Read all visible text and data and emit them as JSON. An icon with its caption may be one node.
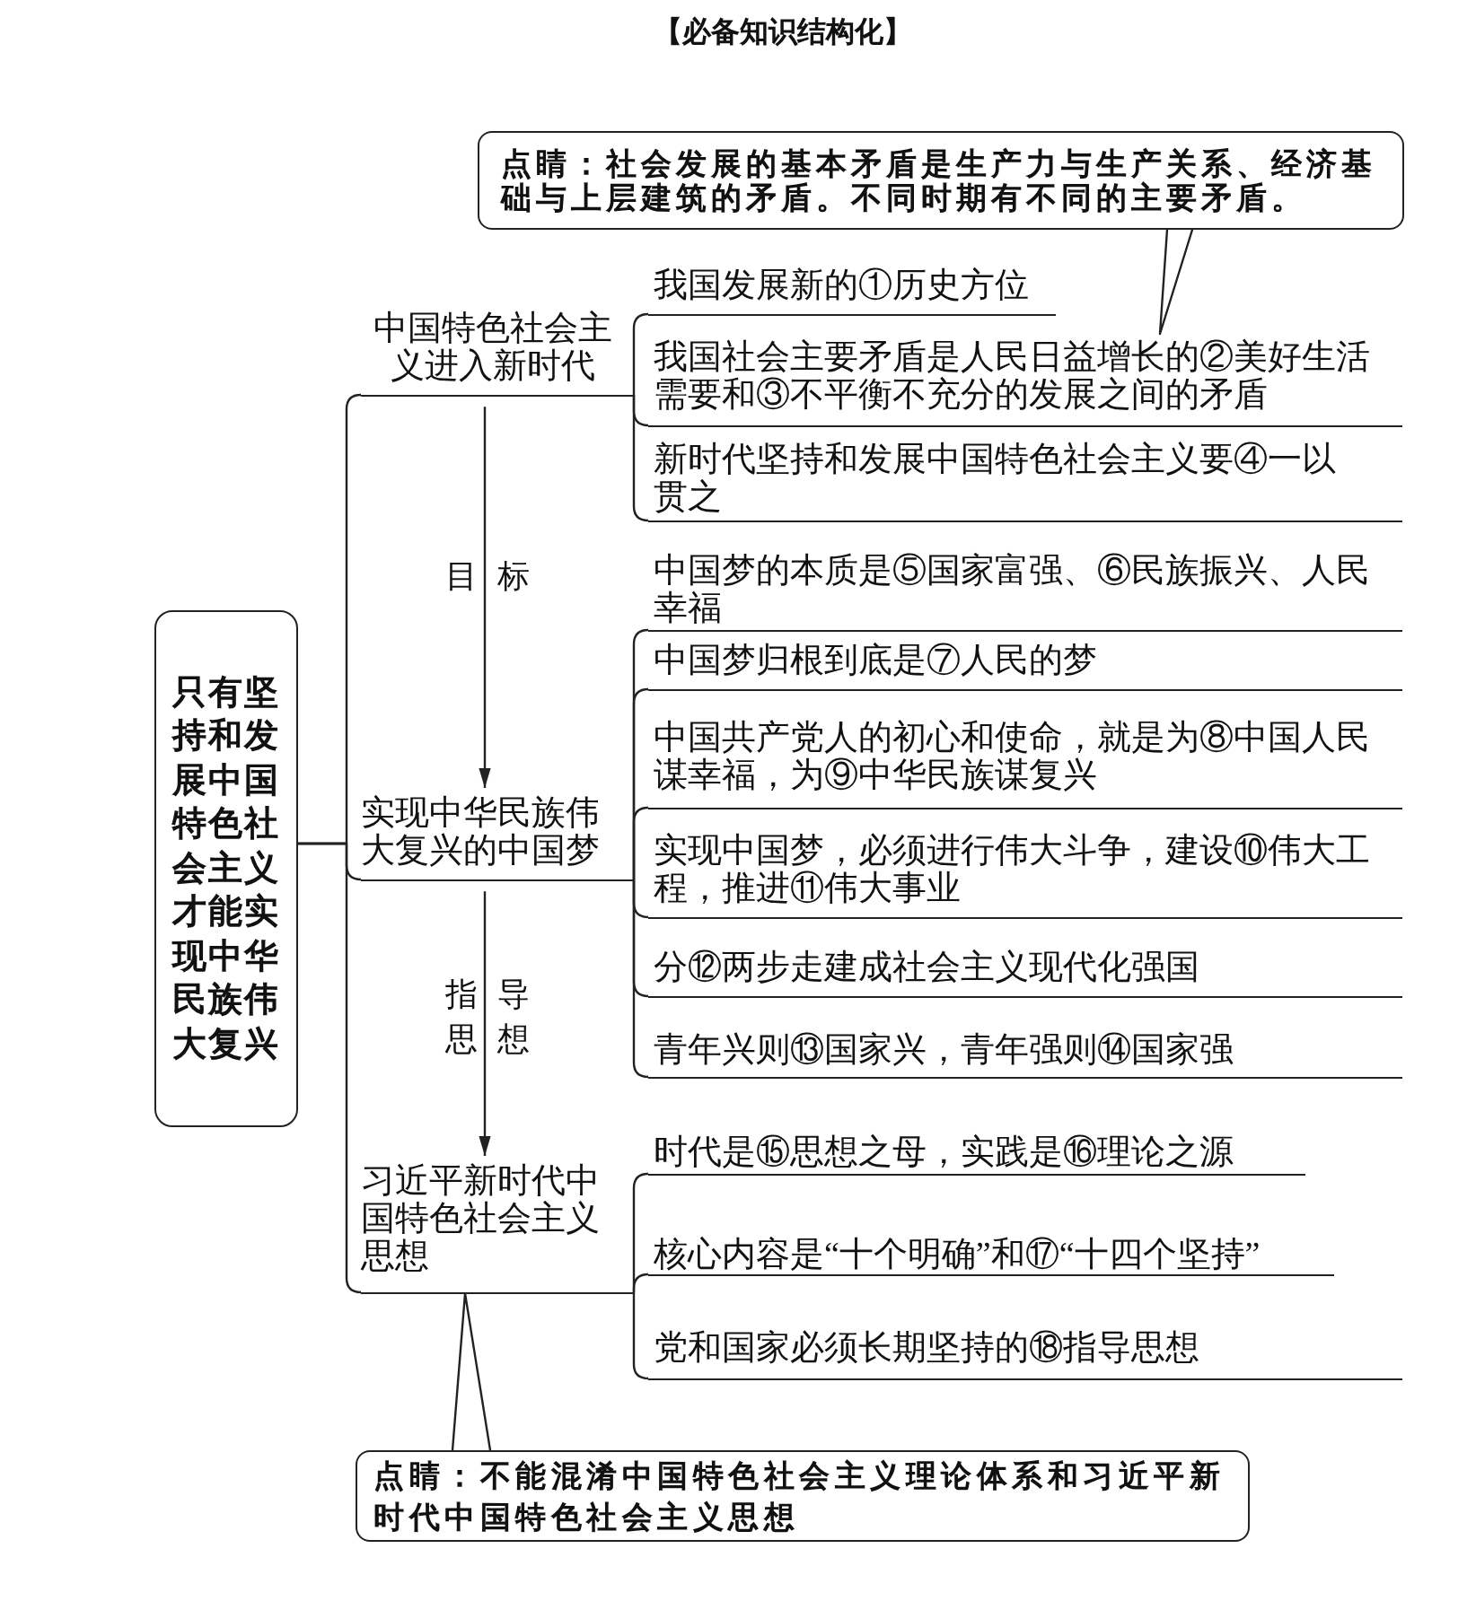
{
  "diagram": {
    "title": "【必备知识结构化】",
    "nodes": [
      {
        "text": [
          "点睛：社会发展的基本矛盾是生产力与生产关系、经济基础与上层建筑的矛盾。不同时期有不同的主要矛盾。"
        ]
      },
      {
        "text": [
          "只有坚持和发展中国特色社会主义才能实现中华民族伟大复兴"
        ]
      },
      {
        "text": [
          "中国特色社会主义进入新时代"
        ]
      },
      {
        "text": [
          "我国发展新的①历史方位"
        ]
      },
      {
        "text": [
          "我国社会主要矛盾是人民日益增长的②美好生活需要和③不平衡不充分的发展之间的矛盾"
        ]
      },
      {
        "text": [
          "新时代坚持和发展中国特色社会主义要④一以贯之"
        ]
      },
      {
        "text": [
          "实现中华民族伟大复兴的中国梦"
        ]
      },
      {
        "text": [
          "中国梦的本质是⑤国家富强、⑥民族振兴、人民幸福"
        ]
      },
      {
        "text": [
          "中国梦归根到底是⑦人民的梦"
        ]
      },
      {
        "text": [
          "中国共产党人的初心和使命，就是为⑧中国人民谋幸福，为⑨中华民族谋复兴"
        ]
      },
      {
        "text": [
          "实现中国梦，必须进行伟大斗争，建设⑩伟大工程，推进⑪伟大事业"
        ]
      },
      {
        "text": [
          "分⑫两步走建成社会主义现代化强国"
        ]
      },
      {
        "text": [
          "青年兴则⑬国家兴，青年强则⑭国家强"
        ]
      },
      {
        "text": [
          "习近平新时代中国特色社会主义思想"
        ]
      },
      {
        "text": [
          "时代是⑮思想之母，实践是⑯理论之源"
        ]
      },
      {
        "text": [
          "核心内容是“十个明确”和⑰“十四个坚持”"
        ]
      },
      {
        "text": [
          "党和国家必须长期坚持的⑱指导思想"
        ]
      },
      {
        "text": [
          "点睛：不能混淆中国特色社会主义理论体系和习近平新时代中国特色社会主义思想"
        ]
      }
    ],
    "edges": [
      {
        "from": 0,
        "to": 4,
        "arrow": "none"
      },
      {
        "from": 1,
        "to": 2,
        "arrow": "none"
      },
      {
        "from": 2,
        "to": 3,
        "arrow": "none"
      },
      {
        "from": 2,
        "to": 4,
        "arrow": "none"
      },
      {
        "from": 2,
        "to": 5,
        "arrow": "none"
      },
      {
        "from": 2,
        "to": 6,
        "arrow": "to",
        "label": "目标"
      },
      {
        "from": 1,
        "to": 6,
        "arrow": "none"
      },
      {
        "from": 6,
        "to": 7,
        "arrow": "none"
      },
      {
        "from": 6,
        "to": 8,
        "arrow": "none"
      },
      {
        "from": 6,
        "to": 9,
        "arrow": "none"
      },
      {
        "from": 6,
        "to": 10,
        "arrow": "none"
      },
      {
        "from": 6,
        "to": 11,
        "arrow": "none"
      },
      {
        "from": 6,
        "to": 12,
        "arrow": "none"
      },
      {
        "from": 6,
        "to": 13,
        "arrow": "to",
        "label": "指导思想"
      },
      {
        "from": 1,
        "to": 13,
        "arrow": "none"
      },
      {
        "from": 13,
        "to": 14,
        "arrow": "none"
      },
      {
        "from": 13,
        "to": 15,
        "arrow": "none"
      },
      {
        "from": 13,
        "to": 16,
        "arrow": "none"
      },
      {
        "from": 17,
        "to": 13,
        "arrow": "none"
      }
    ]
  }
}
